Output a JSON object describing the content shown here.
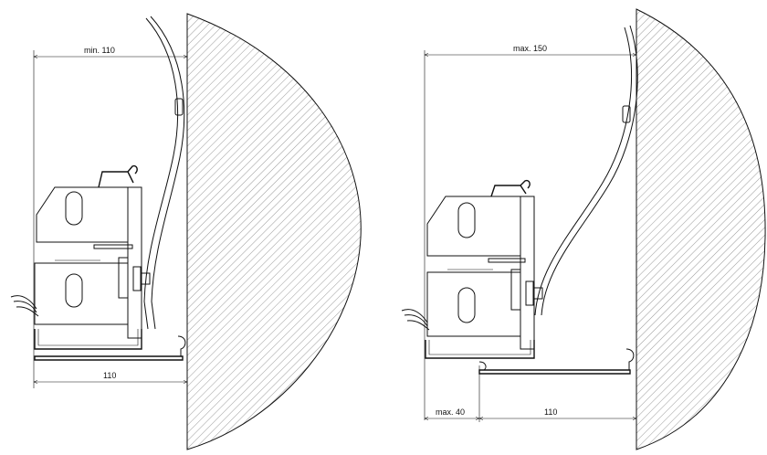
{
  "left_detail": {
    "top_dimension": "min. 110",
    "bottom_dimension": "110"
  },
  "right_detail": {
    "top_dimension": "max. 150",
    "offset_dimension": "max. 40",
    "bottom_dimension": "110"
  }
}
